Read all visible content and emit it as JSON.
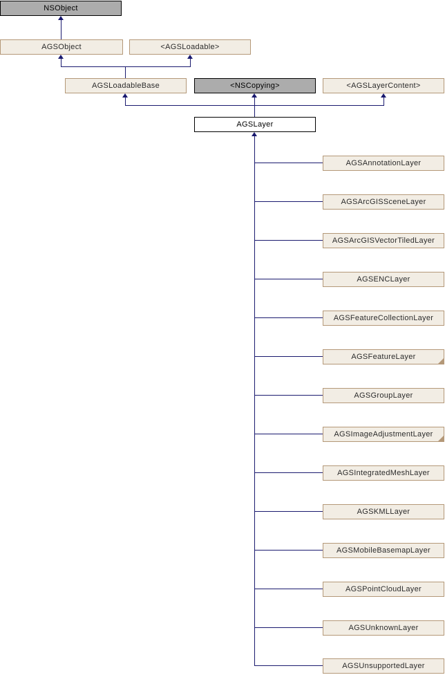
{
  "diagram": {
    "kind": "class-inheritance-diagram",
    "colors": {
      "edge": "#19196e",
      "external_fill": "#acacac",
      "external_border": "#000000",
      "linked_fill": "#f2ede4",
      "linked_border": "#b49878",
      "current_fill": "#ffffff",
      "current_border": "#000000"
    },
    "nodes": {
      "nsobject": {
        "label": "NSObject"
      },
      "agsobject": {
        "label": "AGSObject"
      },
      "agsloadable": {
        "label": "<AGSLoadable>"
      },
      "agsloadablebase": {
        "label": "AGSLoadableBase"
      },
      "nscopying": {
        "label": "<NSCopying>"
      },
      "agslayercontent": {
        "label": "<AGSLayerContent>"
      },
      "agslayer": {
        "label": "AGSLayer"
      }
    },
    "subclasses": [
      {
        "label": "AGSAnnotationLayer",
        "has_children": false
      },
      {
        "label": "AGSArcGISSceneLayer",
        "has_children": false
      },
      {
        "label": "AGSArcGISVectorTiledLayer",
        "has_children": false
      },
      {
        "label": "AGSENCLayer",
        "has_children": false
      },
      {
        "label": "AGSFeatureCollectionLayer",
        "has_children": false
      },
      {
        "label": "AGSFeatureLayer",
        "has_children": true
      },
      {
        "label": "AGSGroupLayer",
        "has_children": false
      },
      {
        "label": "AGSImageAdjustmentLayer",
        "has_children": true
      },
      {
        "label": "AGSIntegratedMeshLayer",
        "has_children": false
      },
      {
        "label": "AGSKMLLayer",
        "has_children": false
      },
      {
        "label": "AGSMobileBasemapLayer",
        "has_children": false
      },
      {
        "label": "AGSPointCloudLayer",
        "has_children": false
      },
      {
        "label": "AGSUnknownLayer",
        "has_children": false
      },
      {
        "label": "AGSUnsupportedLayer",
        "has_children": false
      }
    ]
  }
}
